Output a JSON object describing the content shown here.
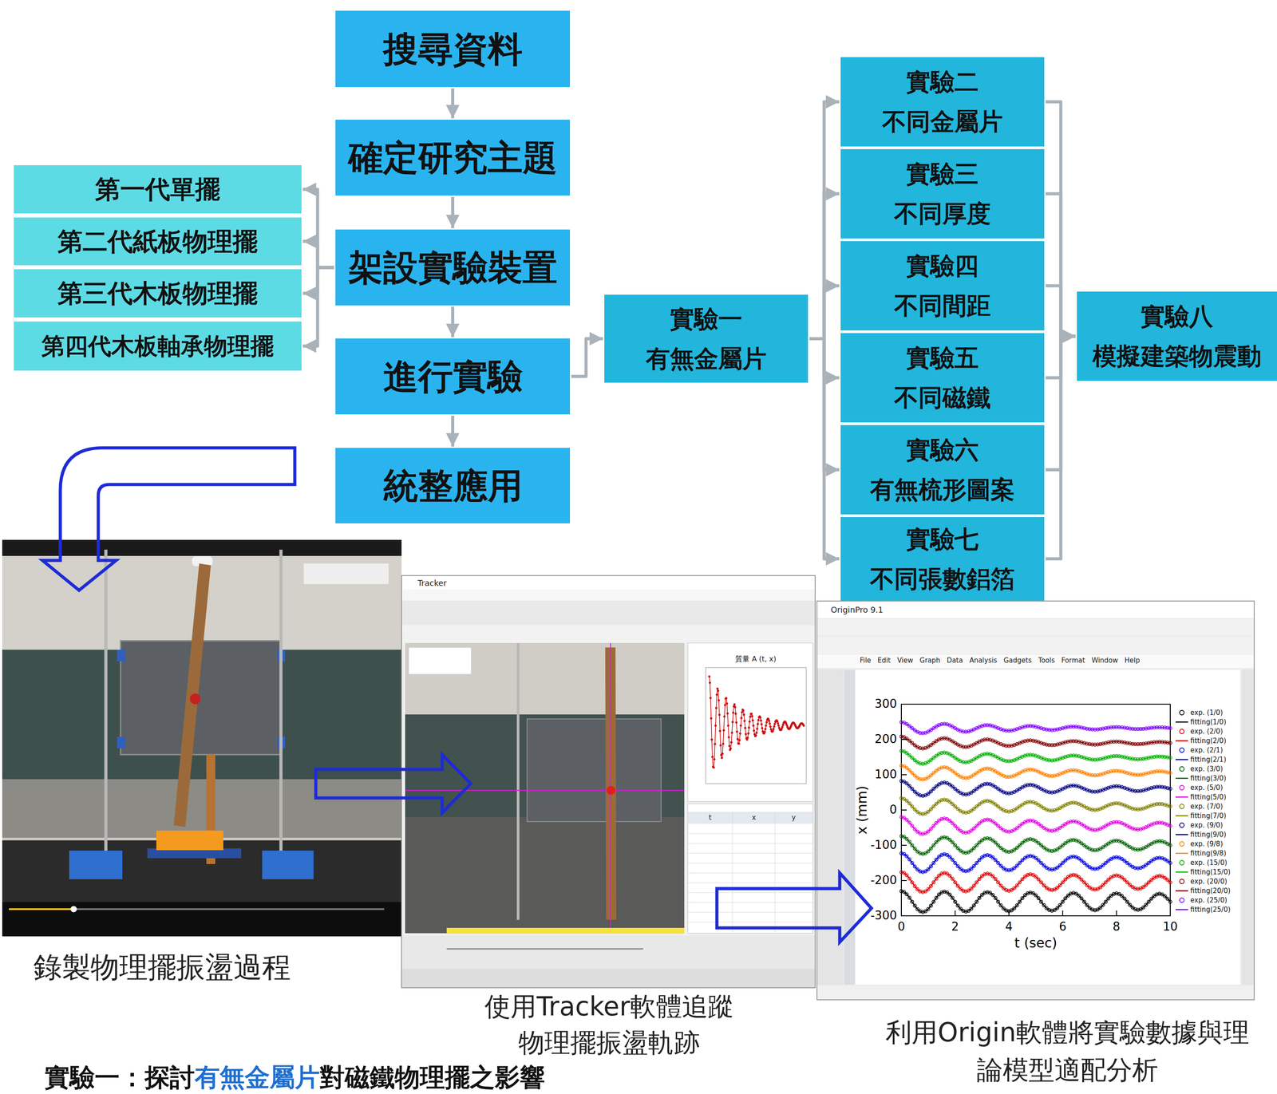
{
  "diagram": {
    "nodes": [
      {
        "text": [
          "搜尋資料"
        ]
      },
      {
        "text": [
          "確定研究主題"
        ]
      },
      {
        "text": [
          "架設實驗裝置"
        ]
      },
      {
        "text": [
          "進行實驗"
        ]
      },
      {
        "text": [
          "統整應用"
        ]
      },
      {
        "text": [
          "第一代單擺"
        ]
      },
      {
        "text": [
          "第二代紙板物理擺"
        ]
      },
      {
        "text": [
          "第三代木板物理擺"
        ]
      },
      {
        "text": [
          "第四代木板軸承物理擺"
        ]
      },
      {
        "text": [
          "實驗一",
          "有無金屬片"
        ]
      },
      {
        "text": [
          "實驗二",
          "不同金屬片"
        ]
      },
      {
        "text": [
          "實驗三",
          "不同厚度"
        ]
      },
      {
        "text": [
          "實驗四",
          "不同間距"
        ]
      },
      {
        "text": [
          "實驗五",
          "不同磁鐵"
        ]
      },
      {
        "text": [
          "實驗六",
          "有無梳形圖案"
        ]
      },
      {
        "text": [
          "實驗七",
          "不同張數鋁箔"
        ]
      },
      {
        "text": [
          "實驗八",
          "模擬建築物震動"
        ]
      }
    ],
    "edges": [
      {
        "from": 0,
        "to": 1,
        "arrow": "to"
      },
      {
        "from": 1,
        "to": 2,
        "arrow": "to"
      },
      {
        "from": 2,
        "to": 3,
        "arrow": "to"
      },
      {
        "from": 3,
        "to": 4,
        "arrow": "to"
      },
      {
        "from": 2,
        "to": 5,
        "arrow": "to"
      },
      {
        "from": 2,
        "to": 6,
        "arrow": "to"
      },
      {
        "from": 2,
        "to": 7,
        "arrow": "to"
      },
      {
        "from": 2,
        "to": 8,
        "arrow": "to"
      },
      {
        "from": 3,
        "to": 9,
        "arrow": "to"
      },
      {
        "from": 9,
        "to": 10,
        "arrow": "to"
      },
      {
        "from": 9,
        "to": 11,
        "arrow": "to"
      },
      {
        "from": 9,
        "to": 12,
        "arrow": "to"
      },
      {
        "from": 9,
        "to": 13,
        "arrow": "to"
      },
      {
        "from": 9,
        "to": 14,
        "arrow": "to"
      },
      {
        "from": 9,
        "to": 15,
        "arrow": "to"
      },
      {
        "from": 10,
        "to": 16,
        "arrow": "to"
      },
      {
        "from": 11,
        "to": 16,
        "arrow": "to"
      },
      {
        "from": 12,
        "to": 16,
        "arrow": "to"
      },
      {
        "from": 13,
        "to": 16,
        "arrow": "to"
      },
      {
        "from": 14,
        "to": 16,
        "arrow": "to"
      },
      {
        "from": 15,
        "to": 16,
        "arrow": "to"
      }
    ],
    "labels": [
      "錄製物理擺振盪過程",
      "使用Tracker軟體追蹤物理擺振盪軌跡",
      "利用Origin軟體將實驗數據與理論模型適配分析",
      "實驗一：探討",
      "有無金屬片",
      "對磁鐵物理擺之影響",
      "Tracker",
      "質量 A (t, x)",
      "t",
      "x",
      "y",
      "OriginPro 9.1",
      "File Edit View Graph Data Analysis Gadgets Tools Format Window Help",
      "x (mm)",
      "t (sec)",
      "300",
      "200",
      "100",
      "0",
      "-100",
      "-200",
      "-300",
      "0",
      "2",
      "4",
      "6",
      "8",
      "10"
    ],
    "legend": [
      {
        "text": "exp. (1/0)"
      },
      {
        "text": "fitting(1/0)"
      },
      {
        "text": "exp. (2/0)"
      },
      {
        "text": "fitting(2/0)"
      },
      {
        "text": "exp. (2/1)"
      },
      {
        "text": "fitting(2/1)"
      },
      {
        "text": "exp. (3/0)"
      },
      {
        "text": "fitting(3/0)"
      },
      {
        "text": "exp. (5/0)"
      },
      {
        "text": "fitting(5/0)"
      },
      {
        "text": "exp. (7/0)"
      },
      {
        "text": "fitting(7/0)"
      },
      {
        "text": "exp. (9/0)"
      },
      {
        "text": "fitting(9/0)"
      },
      {
        "text": "exp. (9/8)"
      },
      {
        "text": "fitting(9/8)"
      },
      {
        "text": "exp. (15/0)"
      },
      {
        "text": "fitting(15/0)"
      },
      {
        "text": "exp. (20/0)"
      },
      {
        "text": "fitting(20/0)"
      },
      {
        "text": "exp. (25/0)"
      },
      {
        "text": "fitting(25/0)"
      }
    ]
  }
}
